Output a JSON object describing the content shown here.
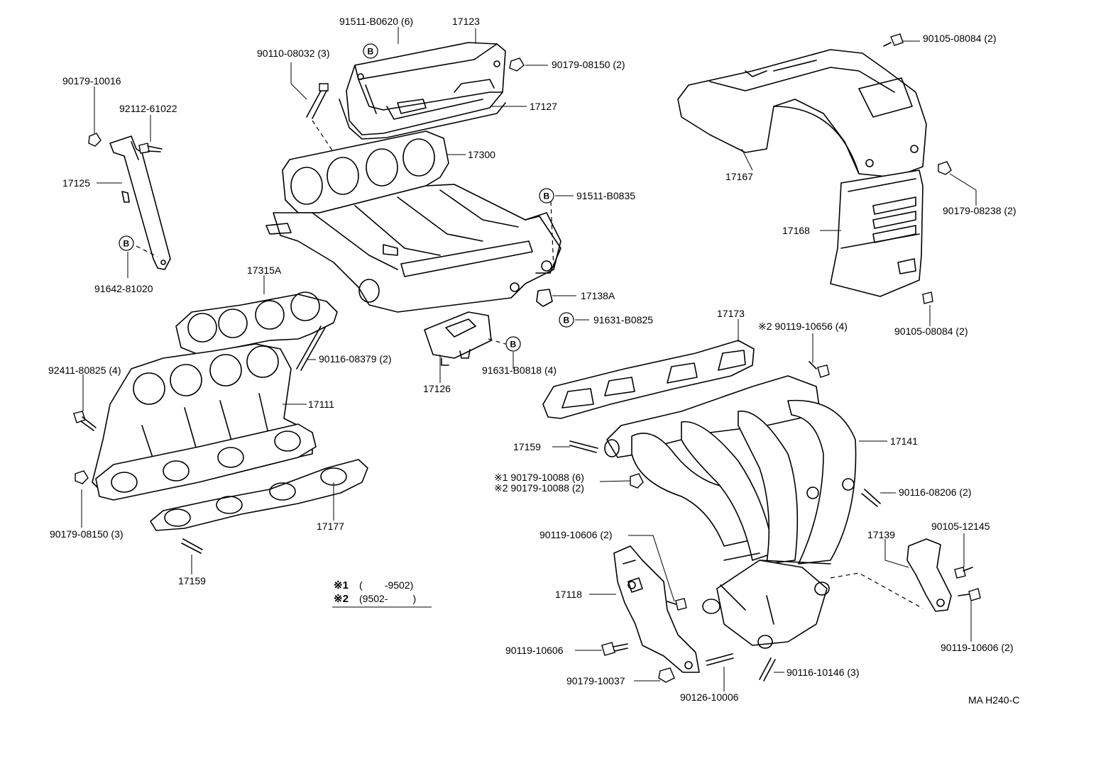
{
  "diagram_id": "MA H240-C",
  "marker_letter": "B",
  "notes": [
    {
      "mark": "※1",
      "range": "(        -9502)"
    },
    {
      "mark": "※2",
      "range": "(9502-         )"
    }
  ],
  "labels": {
    "p91511_B0620": "91511-B0620 (6)",
    "p17123": "17123",
    "p90110_08032": "90110-08032 (3)",
    "p90179_08150_2": "90179-08150 (2)",
    "p17127": "17127",
    "p17300": "17300",
    "p90179_10016": "90179-10016",
    "p92112_61022": "92112-61022",
    "p17125": "17125",
    "p91642_81020": "91642-81020",
    "p91511_B0835": "91511-B0835",
    "p17315A": "17315A",
    "p17138A": "17138A",
    "p91631_B0825": "91631-B0825",
    "p90116_08379": "90116-08379 (2)",
    "p92411_80825": "92411-80825 (4)",
    "p17111": "17111",
    "p17126": "17126",
    "p91631_B0818": "91631-B0818 (4)",
    "p90179_08150_3": "90179-08150 (3)",
    "p17177": "17177",
    "p17159_left": "17159",
    "p90105_08084_top": "90105-08084 (2)",
    "p17167": "17167",
    "p90179_08238": "90179-08238 (2)",
    "p17168": "17168",
    "p90105_08084_bottom": "90105-08084 (2)",
    "p17173": "17173",
    "p90119_10656": "※2 90119-10656 (4)",
    "p17159_right": "17159",
    "p17141": "17141",
    "p90179_10088_6": "※1  90179-10088 (6)",
    "p90179_10088_2": "※2  90179-10088 (2)",
    "p90116_08206": "90116-08206 (2)",
    "p90119_10606_2_top": "90119-10606 (2)",
    "p17139": "17139",
    "p90105_12145": "90105-12145",
    "p17118": "17118",
    "p90119_10606_single": "90119-10606",
    "p90179_10037": "90179-10037",
    "p90126_10006": "90126-10006",
    "p90116_10146": "90116-10146 (3)",
    "p90119_10606_2_bottom": "90119-10606 (2)"
  }
}
